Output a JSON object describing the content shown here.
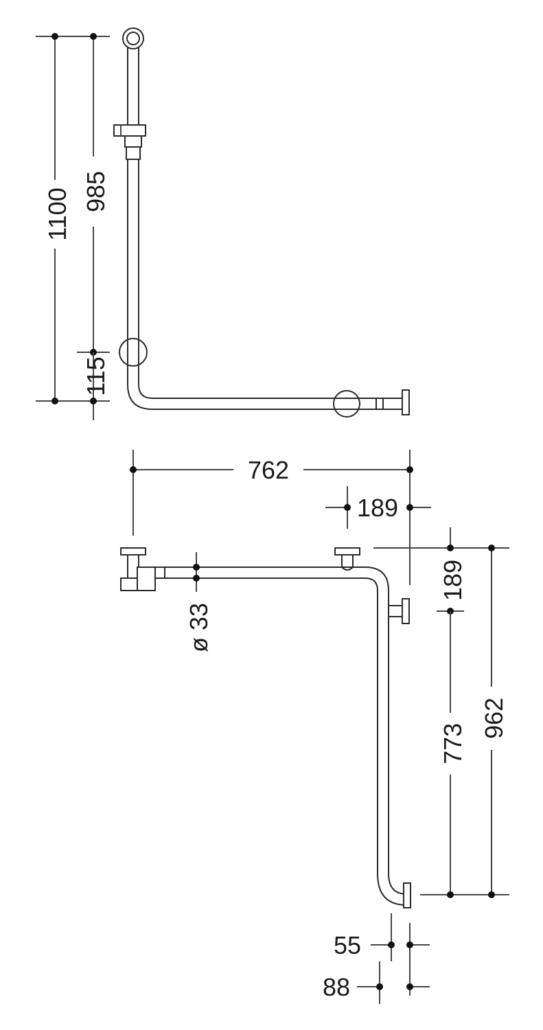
{
  "drawing": {
    "elevation_view": {
      "dimensions": {
        "overall_height": "1100",
        "upper_height": "985",
        "lower_offset": "115"
      }
    },
    "plan_view": {
      "dimensions": {
        "overall_width": "762",
        "support_offset_x": "189",
        "support_offset_y": "189",
        "tube_diameter": "ø 33",
        "leg_length": "773",
        "overall_depth": "962",
        "flange_offset_a": "55",
        "flange_offset_b": "88"
      }
    }
  },
  "colors": {
    "line": "#2a2a2a",
    "text": "#1a1a1a",
    "background": "#ffffff"
  }
}
